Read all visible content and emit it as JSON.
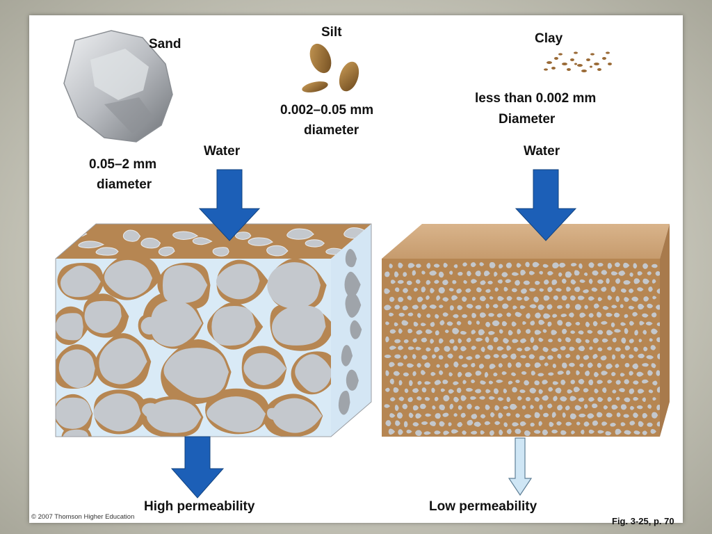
{
  "sand": {
    "title": "Sand",
    "size_line1": "0.05–2 mm",
    "size_line2": "diameter"
  },
  "silt": {
    "title": "Silt",
    "size_line1": "0.002–0.05 mm",
    "size_line2": "diameter"
  },
  "clay": {
    "title": "Clay",
    "size_line1": "less than 0.002 mm",
    "size_line2": "Diameter"
  },
  "left_block": {
    "water_label": "Water",
    "caption": "High permeability"
  },
  "right_block": {
    "water_label": "Water",
    "caption": "Low permeability"
  },
  "footer": {
    "copyright": "© 2007 Thomson Higher Education",
    "figure_ref": "Fig. 3-25, p. 70"
  },
  "colors": {
    "grain": "#c4c8cd",
    "matrix": "#b68652",
    "pore_water": "#d4e6f4",
    "arrow_strong": "#1c5fb7",
    "arrow_weak": "#cfe6f5"
  },
  "icons": {
    "sand_grain": "sand-grain-icon",
    "silt_grains": "silt-grains-icon",
    "clay_particles": "clay-particles-icon"
  }
}
